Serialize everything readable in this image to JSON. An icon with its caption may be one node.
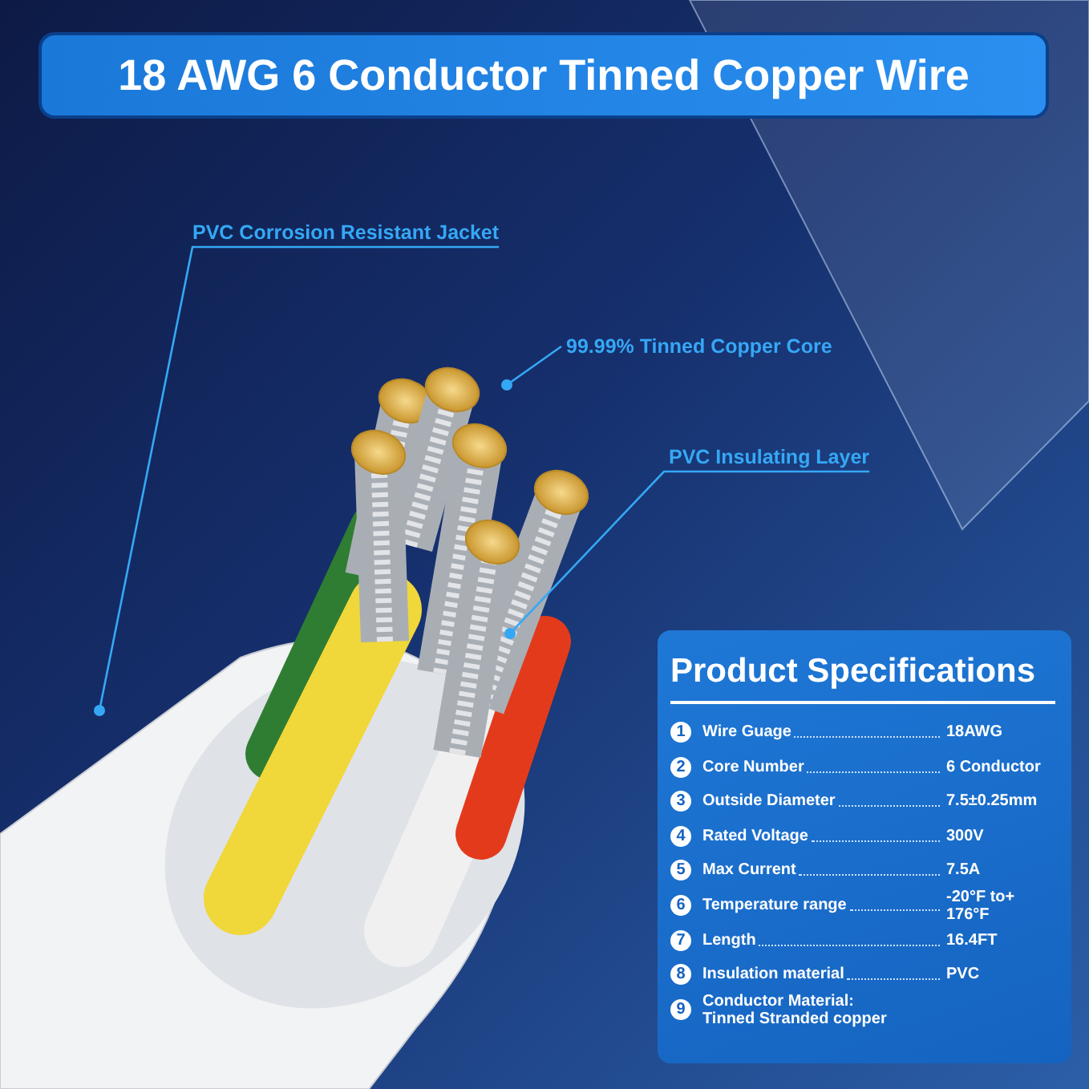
{
  "diagram": {
    "title": "18 AWG 6 Conductor Tinned Copper Wire",
    "nodes": [
      {
        "text": [
          "PVC Corrosion Resistant Jacket"
        ]
      },
      {
        "text": [
          "99.99% Tinned Copper Core"
        ]
      },
      {
        "text": [
          "PVC Insulating Layer"
        ]
      },
      {
        "text": [
          "Product Specifications"
        ]
      }
    ],
    "edges": [
      {
        "from": 0,
        "to": null,
        "arrow": "other"
      },
      {
        "from": 1,
        "to": null,
        "arrow": "other"
      },
      {
        "from": 2,
        "to": null,
        "arrow": "other"
      }
    ],
    "labels": [
      "1",
      "Wire Guage",
      "18AWG",
      "2",
      "Core Number",
      "6 Conductor",
      "3",
      "Outside Diameter",
      "7.5±0.25mm",
      "4",
      "Rated Voltage",
      "300V",
      "5",
      "Max Current",
      "7.5A",
      "6",
      "Temperature range",
      "-20°F to+ 176°F",
      "7",
      "Length",
      "16.4FT",
      "8",
      "Insulation material",
      "PVC",
      "9",
      "Conductor Material: Tinned Stranded copper"
    ]
  }
}
